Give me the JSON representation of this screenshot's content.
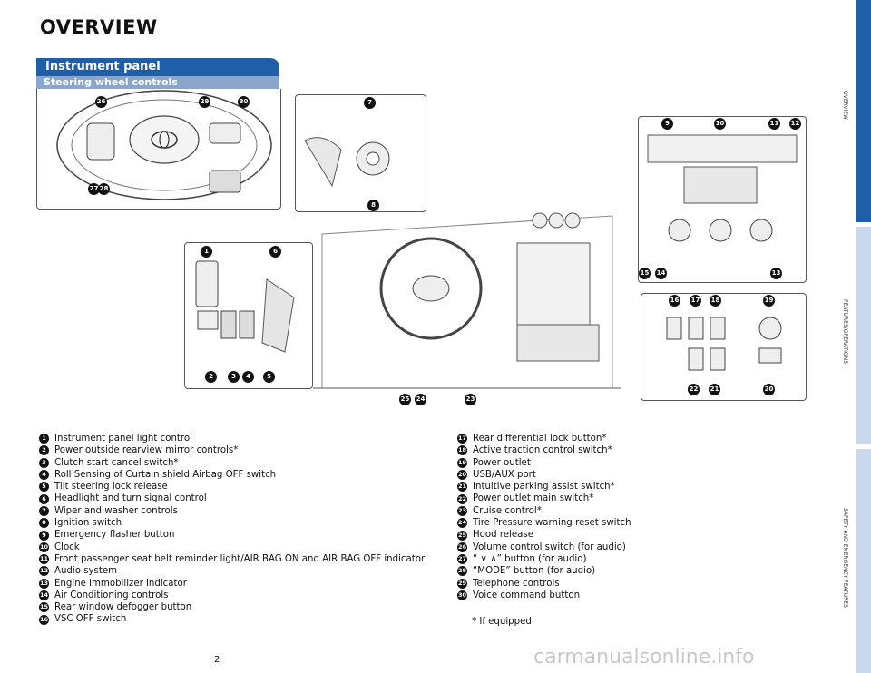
{
  "page_title": "OVERVIEW",
  "section_header": "Instrument panel",
  "sub_header": "Steering wheel controls",
  "callouts": {
    "steering": [
      "26",
      "29",
      "30",
      "27",
      "28"
    ],
    "ignition": [
      "7",
      "8"
    ],
    "left_panel": [
      "1",
      "6",
      "2",
      "3",
      "4",
      "5"
    ],
    "center_stack": [
      "9",
      "10",
      "11",
      "12",
      "15",
      "14",
      "13"
    ],
    "console_left": [
      "25",
      "24",
      "23"
    ],
    "console_right": [
      "16",
      "17",
      "18",
      "19",
      "22",
      "21",
      "20"
    ]
  },
  "items_left": [
    {
      "num": "1",
      "text": "Instrument panel light control"
    },
    {
      "num": "2",
      "text": "Power outside rearview mirror controls*"
    },
    {
      "num": "3",
      "text": "Clutch start cancel switch*"
    },
    {
      "num": "4",
      "text": "Roll Sensing of Curtain shield Airbag OFF switch"
    },
    {
      "num": "5",
      "text": "Tilt steering lock release"
    },
    {
      "num": "6",
      "text": "Headlight and turn signal control"
    },
    {
      "num": "7",
      "text": "Wiper and washer controls"
    },
    {
      "num": "8",
      "text": "Ignition switch"
    },
    {
      "num": "9",
      "text": "Emergency flasher button"
    },
    {
      "num": "10",
      "text": "Clock"
    },
    {
      "num": "11",
      "text": "Front passenger seat belt reminder light/AIR BAG ON and AIR BAG OFF indicator"
    },
    {
      "num": "12",
      "text": "Audio system"
    },
    {
      "num": "13",
      "text": "Engine immobilizer indicator"
    },
    {
      "num": "14",
      "text": "Air Conditioning controls"
    },
    {
      "num": "15",
      "text": "Rear window defogger button"
    },
    {
      "num": "16",
      "text": "VSC OFF switch"
    }
  ],
  "items_right": [
    {
      "num": "17",
      "text": "Rear differential lock button*"
    },
    {
      "num": "18",
      "text": "Active traction control switch*"
    },
    {
      "num": "19",
      "text": "Power outlet"
    },
    {
      "num": "20",
      "text": "USB/AUX port"
    },
    {
      "num": "21",
      "text": "Intuitive parking assist switch*"
    },
    {
      "num": "22",
      "text": "Power outlet main switch*"
    },
    {
      "num": "23",
      "text": "Cruise control*"
    },
    {
      "num": "24",
      "text": "Tire Pressure warning reset switch"
    },
    {
      "num": "25",
      "text": "Hood release"
    },
    {
      "num": "26",
      "text": "Volume control switch (for audio)"
    },
    {
      "num": "27",
      "text": "“ ∨ ∧” button (for audio)"
    },
    {
      "num": "28",
      "text": "“MODE” button (for audio)"
    },
    {
      "num": "29",
      "text": "Telephone controls"
    },
    {
      "num": "30",
      "text": "Voice command button"
    }
  ],
  "footnote": "* If equipped",
  "page_number": "2",
  "watermark": "carmanualsonline.info",
  "side_tabs": [
    {
      "label": "OVERVIEW",
      "color": "#1f5fa8"
    },
    {
      "label": "FEATURES/OPERATIONS",
      "color": "#c9d8ec"
    },
    {
      "label": "SAFETY AND EMERGENCY FEATURES",
      "color": "#c9d8ec"
    }
  ]
}
